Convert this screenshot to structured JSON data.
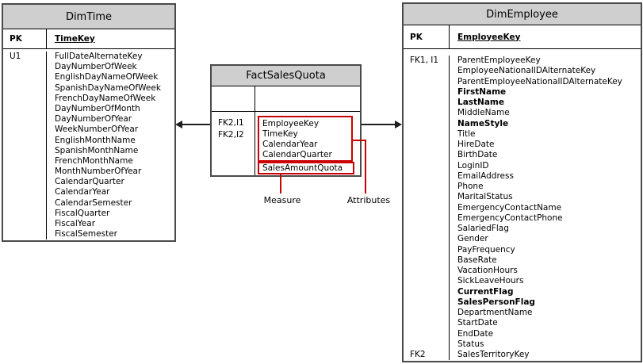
{
  "colors": {
    "bg": "#ffffff",
    "text": "#000000",
    "header_fill": "#cfcfcf",
    "border_dark": "#4a4a4a",
    "grid_line": "#000000",
    "red": "#cc0000",
    "arrow": "#1f1f1f"
  },
  "tables": {
    "dim_time": {
      "title": "DimTime",
      "pk_label": "PK",
      "pk_column": "TimeKey",
      "rows": [
        {
          "key": "U1",
          "name": "FullDateAlternateKey",
          "bold": false
        },
        {
          "key": "",
          "name": "DayNumberOfWeek",
          "bold": false
        },
        {
          "key": "",
          "name": "EnglishDayNameOfWeek",
          "bold": false
        },
        {
          "key": "",
          "name": "SpanishDayNameOfWeek",
          "bold": false
        },
        {
          "key": "",
          "name": "FrenchDayNameOfWeek",
          "bold": false
        },
        {
          "key": "",
          "name": "DayNumberOfMonth",
          "bold": false
        },
        {
          "key": "",
          "name": "DayNumberOfYear",
          "bold": false
        },
        {
          "key": "",
          "name": "WeekNumberOfYear",
          "bold": false
        },
        {
          "key": "",
          "name": "EnglishMonthName",
          "bold": false
        },
        {
          "key": "",
          "name": "SpanishMonthName",
          "bold": false
        },
        {
          "key": "",
          "name": "FrenchMonthName",
          "bold": false
        },
        {
          "key": "",
          "name": "MonthNumberOfYear",
          "bold": false
        },
        {
          "key": "",
          "name": "CalendarQuarter",
          "bold": false
        },
        {
          "key": "",
          "name": "CalendarYear",
          "bold": false
        },
        {
          "key": "",
          "name": "CalendarSemester",
          "bold": false
        },
        {
          "key": "",
          "name": "FiscalQuarter",
          "bold": false
        },
        {
          "key": "",
          "name": "FiscalYear",
          "bold": false
        },
        {
          "key": "",
          "name": "FiscalSemester",
          "bold": false
        }
      ]
    },
    "fact_sales_quota": {
      "title": "FactSalesQuota",
      "key_labels": [
        "FK2,I1",
        "FK2,I2"
      ],
      "attributes": [
        "EmployeeKey",
        "TimeKey",
        "CalendarYear",
        "CalendarQuarter"
      ],
      "measure": "SalesAmountQuota"
    },
    "dim_employee": {
      "title": "DimEmployee",
      "pk_label": "PK",
      "pk_column": "EmployeeKey",
      "rows": [
        {
          "key": "FK1, I1",
          "name": "ParentEmployeeKey",
          "bold": false
        },
        {
          "key": "",
          "name": "EmployeeNationalIDAlternateKey",
          "bold": false
        },
        {
          "key": "",
          "name": "ParentEmployeeNationalIDAlternateKey",
          "bold": false
        },
        {
          "key": "",
          "name": "FirstName",
          "bold": true
        },
        {
          "key": "",
          "name": "LastName",
          "bold": true
        },
        {
          "key": "",
          "name": "MiddleName",
          "bold": false
        },
        {
          "key": "",
          "name": "NameStyle",
          "bold": true
        },
        {
          "key": "",
          "name": "Title",
          "bold": false
        },
        {
          "key": "",
          "name": "HireDate",
          "bold": false
        },
        {
          "key": "",
          "name": "BirthDate",
          "bold": false
        },
        {
          "key": "",
          "name": "LoginID",
          "bold": false
        },
        {
          "key": "",
          "name": "EmailAddress",
          "bold": false
        },
        {
          "key": "",
          "name": "Phone",
          "bold": false
        },
        {
          "key": "",
          "name": "MaritalStatus",
          "bold": false
        },
        {
          "key": "",
          "name": "EmergencyContactName",
          "bold": false
        },
        {
          "key": "",
          "name": "EmergencyContactPhone",
          "bold": false
        },
        {
          "key": "",
          "name": "SalariedFlag",
          "bold": false
        },
        {
          "key": "",
          "name": "Gender",
          "bold": false
        },
        {
          "key": "",
          "name": "PayFrequency",
          "bold": false
        },
        {
          "key": "",
          "name": "BaseRate",
          "bold": false
        },
        {
          "key": "",
          "name": "VacationHours",
          "bold": false
        },
        {
          "key": "",
          "name": "SickLeaveHours",
          "bold": false
        },
        {
          "key": "",
          "name": "CurrentFlag",
          "bold": true
        },
        {
          "key": "",
          "name": "SalesPersonFlag",
          "bold": true
        },
        {
          "key": "",
          "name": "DepartmentName",
          "bold": false
        },
        {
          "key": "",
          "name": "StartDate",
          "bold": false
        },
        {
          "key": "",
          "name": "EndDate",
          "bold": false
        },
        {
          "key": "",
          "name": "Status",
          "bold": false
        },
        {
          "key": "FK2",
          "name": "SalesTerritoryKey",
          "bold": false
        }
      ]
    }
  },
  "annotations": {
    "measure_label": "Measure",
    "attributes_label": "Attributes"
  }
}
